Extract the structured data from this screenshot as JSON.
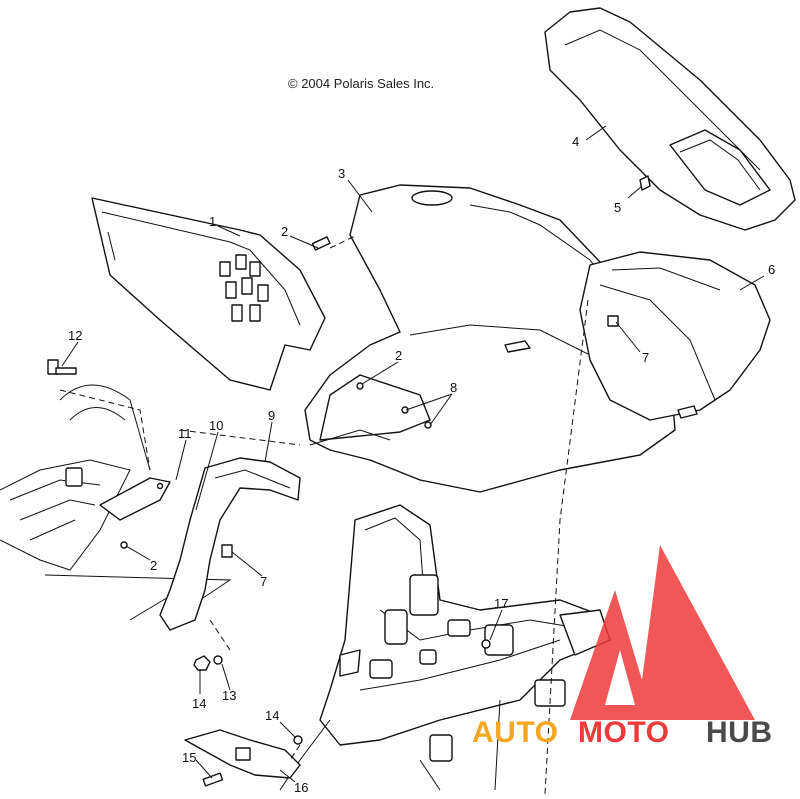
{
  "copyright": "© 2004 Polaris Sales Inc.",
  "callouts": {
    "c1": "1",
    "c2a": "2",
    "c2b": "2",
    "c2c": "2",
    "c3": "3",
    "c4": "4",
    "c5": "5",
    "c6": "6",
    "c7a": "7",
    "c7b": "7",
    "c8": "8",
    "c9": "9",
    "c10": "10",
    "c11": "11",
    "c12": "12",
    "c13": "13",
    "c14a": "14",
    "c14b": "14",
    "c15": "15",
    "c16": "16",
    "c17": "17"
  },
  "watermark": {
    "part1": "AUTO",
    "part2": "MOTO",
    "part3": "HUB",
    "colors": {
      "red": "#ee3a3a",
      "orange": "#f5a623",
      "gray": "#4a4a4a"
    }
  }
}
